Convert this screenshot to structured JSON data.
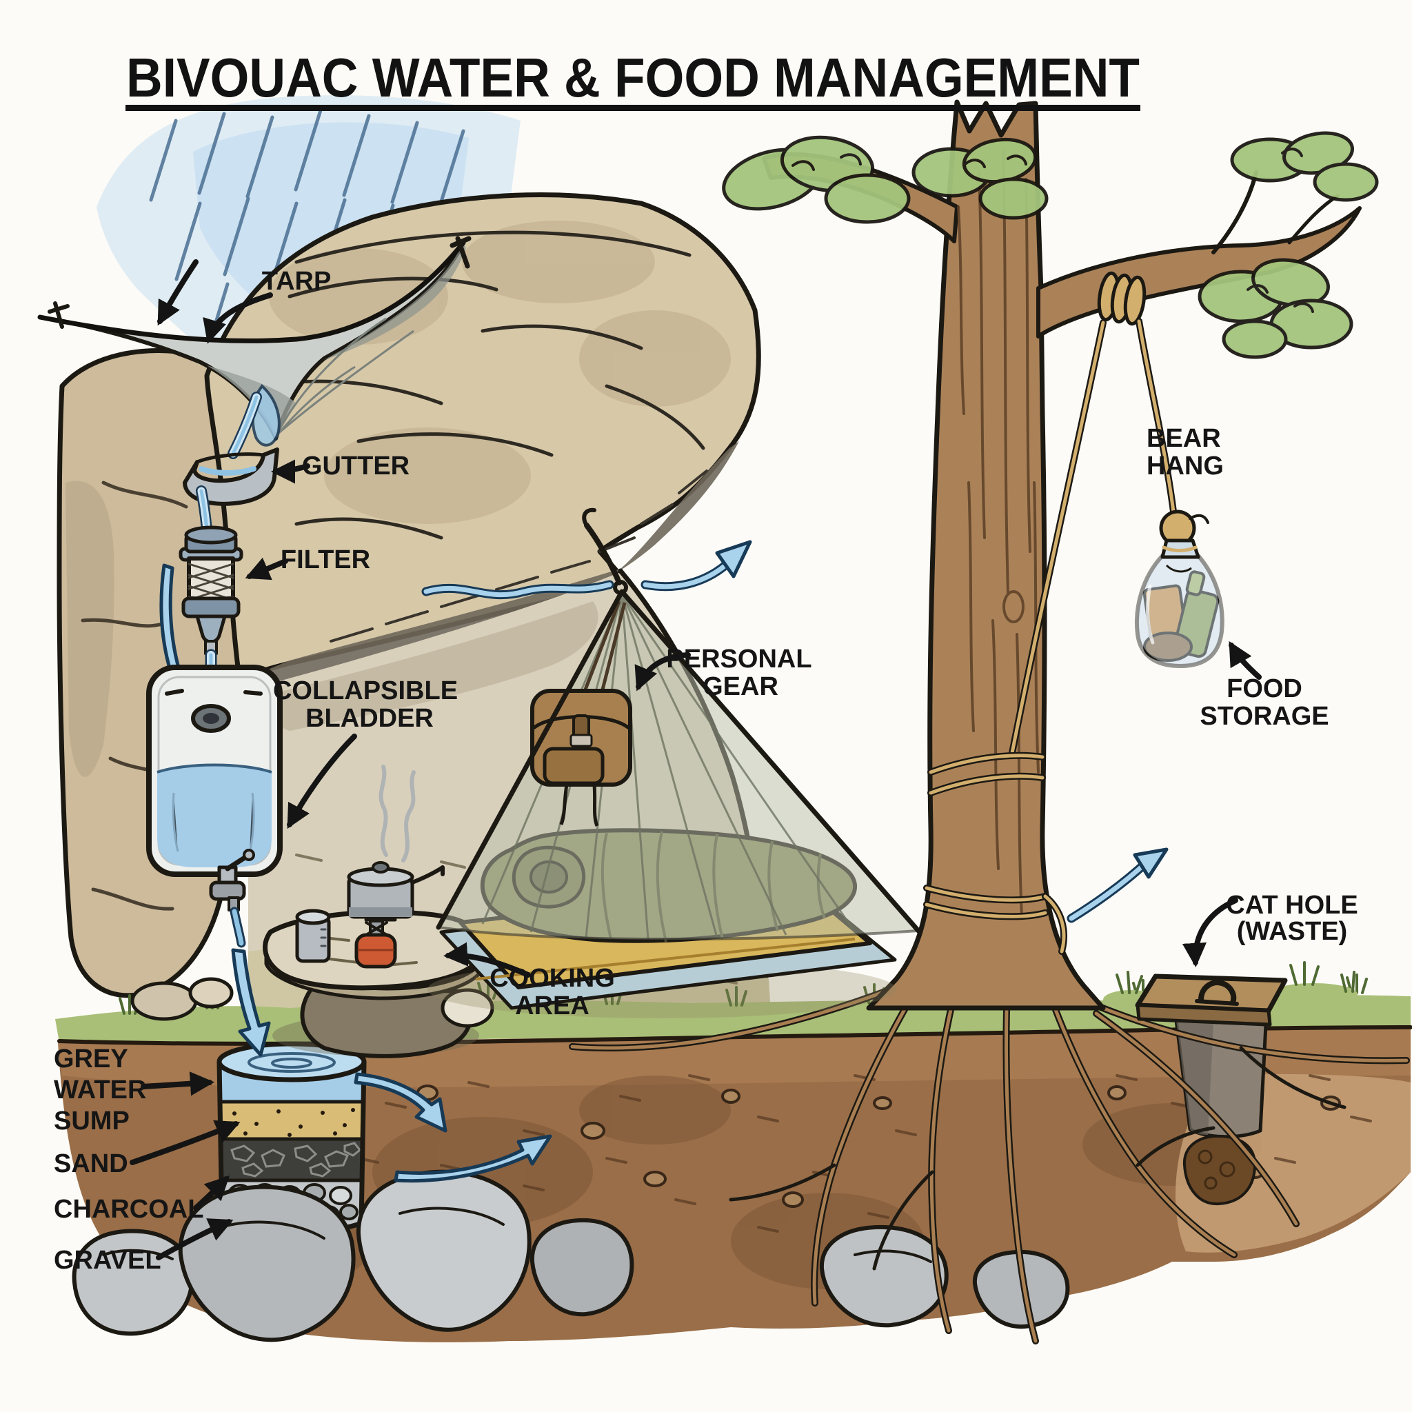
{
  "title": {
    "text": "BIVOUAC WATER & FOOD MANAGEMENT"
  },
  "labels": {
    "tarp": [
      "TARP"
    ],
    "gutter": [
      "GUTTER"
    ],
    "filter": [
      "FILTER"
    ],
    "collapsible_bladder": [
      "COLLAPSIBLE",
      "BLADDER"
    ],
    "personal_gear": [
      "PERSONAL",
      "GEAR"
    ],
    "cooking_area": [
      "COOKING",
      "AREA"
    ],
    "grey_water_sump": [
      "GREY",
      "WATER",
      "SUMP"
    ],
    "sand": [
      "SAND"
    ],
    "charcoal": [
      "CHARCOAL"
    ],
    "gravel": [
      "GRAVEL"
    ],
    "bear_hang": [
      "BEAR",
      "HANG"
    ],
    "food_storage": [
      "FOOD",
      "STORAGE"
    ],
    "cat_hole": [
      "CAT HOLE",
      "(WASTE)"
    ]
  },
  "colors": {
    "ink": "#1c1913",
    "paper": "#fcfbf7",
    "rain_wash": "#cfe4f3",
    "rain_stroke": "#4a6f92",
    "water": "#a6cde8",
    "water_deep": "#8fc3e4",
    "arrow_blue": "#a9d2ec",
    "rock_tan": "#d7c8a8",
    "rock_shadow": "#6f675a",
    "left_rock": "#cdbb9b",
    "cave": "#d9d0bc",
    "tarp_grey": "#ccd0cc",
    "grass": "#a9bf77",
    "soil": "#9a6e48",
    "soil_light": "#c49d74",
    "sand_layer": "#d9bd77",
    "charcoal_layer": "#3e3e3a",
    "gravel_layer": "#c3c7c9",
    "boulder": "#bfc2c4",
    "trunk": "#ab8258",
    "leaf": "#a3c47c",
    "rope": "#d3af6e",
    "stove_orange": "#cd5a33",
    "pot_grey": "#b0b6ba",
    "pad_yellow": "#d9b75c",
    "sleeping_bag_olive": "#8b8f60",
    "groundsheet": "#b6cdd6",
    "backpack": "#a8804f",
    "tent_mesh": "#b9c0ab",
    "food_bag": "#d3e1ea",
    "lid_wood": "#b28e5d",
    "waste": "#6b4826"
  }
}
